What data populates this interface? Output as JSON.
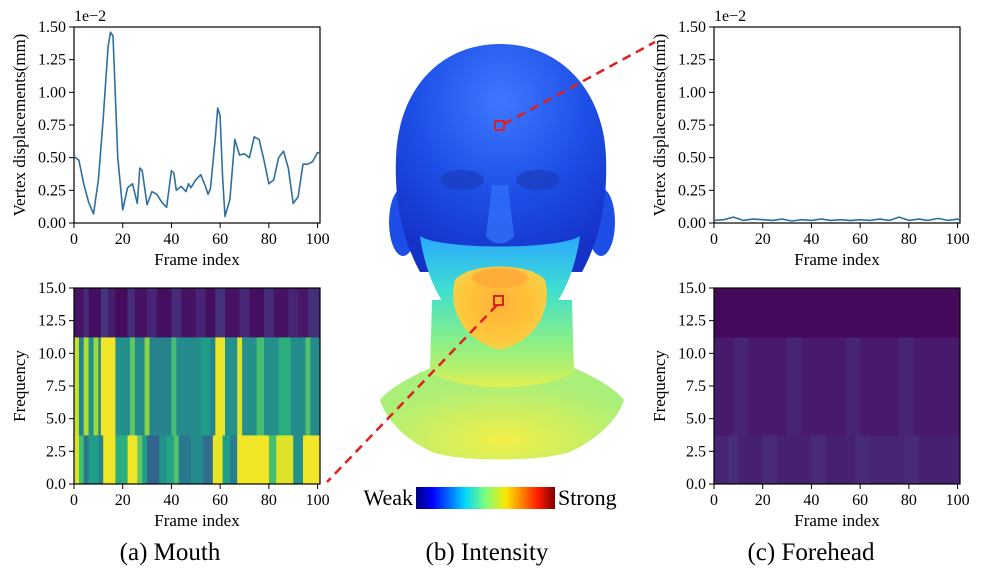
{
  "captions": {
    "mouth": "(a) Mouth",
    "intensity": "(b) Intensity",
    "forehead": "(c) Forehead"
  },
  "colorbar": {
    "low_label": "Weak",
    "high_label": "Strong",
    "colormap": "jet"
  },
  "colors": {
    "line": "#2f6f9f",
    "roi_marker": "#e02020",
    "connector": "#e02020"
  },
  "chart_data": [
    {
      "id": "mouth-displacement",
      "type": "line",
      "xlabel": "Frame index",
      "ylabel": "Vertex displacements(mm)",
      "offset_label": "1e−2",
      "xlim": [
        0,
        101
      ],
      "ylim": [
        0,
        1.5
      ],
      "xticks": [
        "0",
        "20",
        "40",
        "60",
        "80",
        "100"
      ],
      "yticks": [
        "0.00",
        "0.25",
        "0.50",
        "0.75",
        "1.00",
        "1.25",
        "1.50"
      ],
      "x": [
        0,
        2,
        4,
        6,
        8,
        10,
        12,
        14,
        15,
        16,
        18,
        20,
        22,
        24,
        26,
        27,
        28,
        30,
        32,
        34,
        36,
        38,
        40,
        41,
        42,
        44,
        46,
        47,
        48,
        50,
        52,
        54,
        55,
        56,
        58,
        59,
        60,
        61,
        62,
        64,
        66,
        68,
        70,
        72,
        74,
        76,
        78,
        80,
        82,
        84,
        86,
        88,
        90,
        92,
        94,
        96,
        98,
        100,
        101
      ],
      "y": [
        0.51,
        0.48,
        0.3,
        0.16,
        0.07,
        0.33,
        0.8,
        1.35,
        1.46,
        1.43,
        0.5,
        0.1,
        0.27,
        0.3,
        0.15,
        0.42,
        0.4,
        0.14,
        0.24,
        0.22,
        0.16,
        0.12,
        0.4,
        0.38,
        0.25,
        0.28,
        0.24,
        0.3,
        0.27,
        0.33,
        0.37,
        0.28,
        0.22,
        0.26,
        0.65,
        0.88,
        0.82,
        0.35,
        0.05,
        0.18,
        0.64,
        0.52,
        0.53,
        0.5,
        0.66,
        0.64,
        0.48,
        0.3,
        0.33,
        0.5,
        0.55,
        0.42,
        0.15,
        0.2,
        0.45,
        0.45,
        0.47,
        0.54,
        0.53
      ]
    },
    {
      "id": "mouth-spectrum",
      "type": "heatmap",
      "xlabel": "Frame index",
      "ylabel": "Frequency",
      "xlim": [
        0,
        101
      ],
      "ylim": [
        0,
        15
      ],
      "xticks": [
        "0",
        "20",
        "40",
        "60",
        "80",
        "100"
      ],
      "yticks": [
        "0.0",
        "2.5",
        "5.0",
        "7.5",
        "10.0",
        "12.5",
        "15.0"
      ],
      "colormap": "viridis",
      "value_range": [
        0,
        1
      ],
      "bands": [
        {
          "y0": 0,
          "y1": 3.75,
          "columns": [
            {
              "x0": 0,
              "x1": 2,
              "v": 0.95
            },
            {
              "x0": 2,
              "x1": 4,
              "v": 0.7
            },
            {
              "x0": 4,
              "x1": 6,
              "v": 0.4
            },
            {
              "x0": 6,
              "x1": 10,
              "v": 0.55
            },
            {
              "x0": 10,
              "x1": 12,
              "v": 0.45
            },
            {
              "x0": 12,
              "x1": 17,
              "v": 0.98
            },
            {
              "x0": 17,
              "x1": 22,
              "v": 0.62
            },
            {
              "x0": 22,
              "x1": 26,
              "v": 0.98
            },
            {
              "x0": 26,
              "x1": 28,
              "v": 0.75
            },
            {
              "x0": 28,
              "x1": 30,
              "v": 0.55
            },
            {
              "x0": 30,
              "x1": 35,
              "v": 0.32
            },
            {
              "x0": 35,
              "x1": 38,
              "v": 0.5
            },
            {
              "x0": 38,
              "x1": 41,
              "v": 0.58
            },
            {
              "x0": 41,
              "x1": 43,
              "v": 0.72
            },
            {
              "x0": 43,
              "x1": 48,
              "v": 0.4
            },
            {
              "x0": 48,
              "x1": 53,
              "v": 0.48
            },
            {
              "x0": 53,
              "x1": 57,
              "v": 0.35
            },
            {
              "x0": 57,
              "x1": 61,
              "v": 0.97
            },
            {
              "x0": 61,
              "x1": 64,
              "v": 0.55
            },
            {
              "x0": 64,
              "x1": 67,
              "v": 0.42
            },
            {
              "x0": 67,
              "x1": 80,
              "v": 0.98
            },
            {
              "x0": 80,
              "x1": 83,
              "v": 0.7
            },
            {
              "x0": 83,
              "x1": 90,
              "v": 0.95
            },
            {
              "x0": 90,
              "x1": 94,
              "v": 0.5
            },
            {
              "x0": 94,
              "x1": 101,
              "v": 0.98
            }
          ]
        },
        {
          "y0": 3.75,
          "y1": 11.25,
          "columns": [
            {
              "x0": 0,
              "x1": 2,
              "v": 0.92
            },
            {
              "x0": 2,
              "x1": 4,
              "v": 0.45
            },
            {
              "x0": 4,
              "x1": 6,
              "v": 0.88
            },
            {
              "x0": 6,
              "x1": 8,
              "v": 0.5
            },
            {
              "x0": 8,
              "x1": 10,
              "v": 0.85
            },
            {
              "x0": 10,
              "x1": 11,
              "v": 0.45
            },
            {
              "x0": 11,
              "x1": 17,
              "v": 0.98
            },
            {
              "x0": 17,
              "x1": 23,
              "v": 0.5
            },
            {
              "x0": 23,
              "x1": 25,
              "v": 0.75
            },
            {
              "x0": 25,
              "x1": 29,
              "v": 0.48
            },
            {
              "x0": 29,
              "x1": 31,
              "v": 0.82
            },
            {
              "x0": 31,
              "x1": 40,
              "v": 0.45
            },
            {
              "x0": 40,
              "x1": 42,
              "v": 0.7
            },
            {
              "x0": 42,
              "x1": 52,
              "v": 0.48
            },
            {
              "x0": 52,
              "x1": 56,
              "v": 0.55
            },
            {
              "x0": 56,
              "x1": 58,
              "v": 0.45
            },
            {
              "x0": 58,
              "x1": 62,
              "v": 0.97
            },
            {
              "x0": 62,
              "x1": 67,
              "v": 0.5
            },
            {
              "x0": 67,
              "x1": 69,
              "v": 0.95
            },
            {
              "x0": 69,
              "x1": 75,
              "v": 0.5
            },
            {
              "x0": 75,
              "x1": 78,
              "v": 0.7
            },
            {
              "x0": 78,
              "x1": 84,
              "v": 0.5
            },
            {
              "x0": 84,
              "x1": 89,
              "v": 0.62
            },
            {
              "x0": 89,
              "x1": 95,
              "v": 0.48
            },
            {
              "x0": 95,
              "x1": 97,
              "v": 0.72
            },
            {
              "x0": 97,
              "x1": 101,
              "v": 0.48
            }
          ]
        },
        {
          "y0": 11.25,
          "y1": 15,
          "columns": [
            {
              "x0": 0,
              "x1": 4,
              "v": 0.05
            },
            {
              "x0": 4,
              "x1": 6,
              "v": 0.12
            },
            {
              "x0": 6,
              "x1": 11,
              "v": 0.04
            },
            {
              "x0": 11,
              "x1": 14,
              "v": 0.15
            },
            {
              "x0": 14,
              "x1": 17,
              "v": 0.08
            },
            {
              "x0": 17,
              "x1": 22,
              "v": 0.03
            },
            {
              "x0": 22,
              "x1": 25,
              "v": 0.13
            },
            {
              "x0": 25,
              "x1": 30,
              "v": 0.05
            },
            {
              "x0": 30,
              "x1": 34,
              "v": 0.1
            },
            {
              "x0": 34,
              "x1": 40,
              "v": 0.04
            },
            {
              "x0": 40,
              "x1": 44,
              "v": 0.12
            },
            {
              "x0": 44,
              "x1": 50,
              "v": 0.05
            },
            {
              "x0": 50,
              "x1": 54,
              "v": 0.1
            },
            {
              "x0": 54,
              "x1": 58,
              "v": 0.04
            },
            {
              "x0": 58,
              "x1": 62,
              "v": 0.14
            },
            {
              "x0": 62,
              "x1": 68,
              "v": 0.05
            },
            {
              "x0": 68,
              "x1": 72,
              "v": 0.11
            },
            {
              "x0": 72,
              "x1": 78,
              "v": 0.04
            },
            {
              "x0": 78,
              "x1": 82,
              "v": 0.12
            },
            {
              "x0": 82,
              "x1": 88,
              "v": 0.05
            },
            {
              "x0": 88,
              "x1": 92,
              "v": 0.1
            },
            {
              "x0": 92,
              "x1": 96,
              "v": 0.06
            },
            {
              "x0": 96,
              "x1": 101,
              "v": 0.13
            }
          ]
        }
      ]
    },
    {
      "id": "forehead-displacement",
      "type": "line",
      "xlabel": "Frame index",
      "ylabel": "Vertex displacements(mm)",
      "offset_label": "1e−2",
      "xlim": [
        0,
        101
      ],
      "ylim": [
        0,
        1.5
      ],
      "xticks": [
        "0",
        "20",
        "40",
        "60",
        "80",
        "100"
      ],
      "yticks": [
        "0.00",
        "0.25",
        "0.50",
        "0.75",
        "1.00",
        "1.25",
        "1.50"
      ],
      "x": [
        0,
        4,
        8,
        12,
        16,
        20,
        24,
        28,
        32,
        36,
        40,
        44,
        48,
        52,
        56,
        60,
        64,
        68,
        72,
        76,
        80,
        84,
        88,
        92,
        96,
        100,
        101
      ],
      "y": [
        0.02,
        0.025,
        0.045,
        0.02,
        0.03,
        0.025,
        0.02,
        0.03,
        0.015,
        0.025,
        0.02,
        0.03,
        0.02,
        0.025,
        0.018,
        0.025,
        0.02,
        0.03,
        0.02,
        0.045,
        0.02,
        0.03,
        0.02,
        0.035,
        0.02,
        0.03,
        0.02
      ]
    },
    {
      "id": "forehead-spectrum",
      "type": "heatmap",
      "xlabel": "Frame index",
      "ylabel": "Frequency",
      "xlim": [
        0,
        101
      ],
      "ylim": [
        0,
        15
      ],
      "xticks": [
        "0",
        "20",
        "40",
        "60",
        "80",
        "100"
      ],
      "yticks": [
        "0.0",
        "2.5",
        "5.0",
        "7.5",
        "10.0",
        "12.5",
        "15.0"
      ],
      "colormap": "viridis",
      "value_range": [
        0,
        1
      ],
      "bands": [
        {
          "y0": 0,
          "y1": 3.75,
          "columns": [
            {
              "x0": 0,
              "x1": 6,
              "v": 0.1
            },
            {
              "x0": 6,
              "x1": 10,
              "v": 0.13
            },
            {
              "x0": 10,
              "x1": 20,
              "v": 0.09
            },
            {
              "x0": 20,
              "x1": 26,
              "v": 0.12
            },
            {
              "x0": 26,
              "x1": 40,
              "v": 0.09
            },
            {
              "x0": 40,
              "x1": 46,
              "v": 0.12
            },
            {
              "x0": 46,
              "x1": 58,
              "v": 0.09
            },
            {
              "x0": 58,
              "x1": 64,
              "v": 0.12
            },
            {
              "x0": 64,
              "x1": 78,
              "v": 0.1
            },
            {
              "x0": 78,
              "x1": 84,
              "v": 0.12
            },
            {
              "x0": 84,
              "x1": 101,
              "v": 0.09
            }
          ]
        },
        {
          "y0": 3.75,
          "y1": 11.25,
          "columns": [
            {
              "x0": 0,
              "x1": 8,
              "v": 0.07
            },
            {
              "x0": 8,
              "x1": 14,
              "v": 0.1
            },
            {
              "x0": 14,
              "x1": 30,
              "v": 0.07
            },
            {
              "x0": 30,
              "x1": 36,
              "v": 0.1
            },
            {
              "x0": 36,
              "x1": 54,
              "v": 0.07
            },
            {
              "x0": 54,
              "x1": 60,
              "v": 0.1
            },
            {
              "x0": 60,
              "x1": 76,
              "v": 0.07
            },
            {
              "x0": 76,
              "x1": 82,
              "v": 0.1
            },
            {
              "x0": 82,
              "x1": 101,
              "v": 0.07
            }
          ]
        },
        {
          "y0": 11.25,
          "y1": 15,
          "columns": [
            {
              "x0": 0,
              "x1": 101,
              "v": 0.02
            }
          ]
        }
      ]
    }
  ]
}
